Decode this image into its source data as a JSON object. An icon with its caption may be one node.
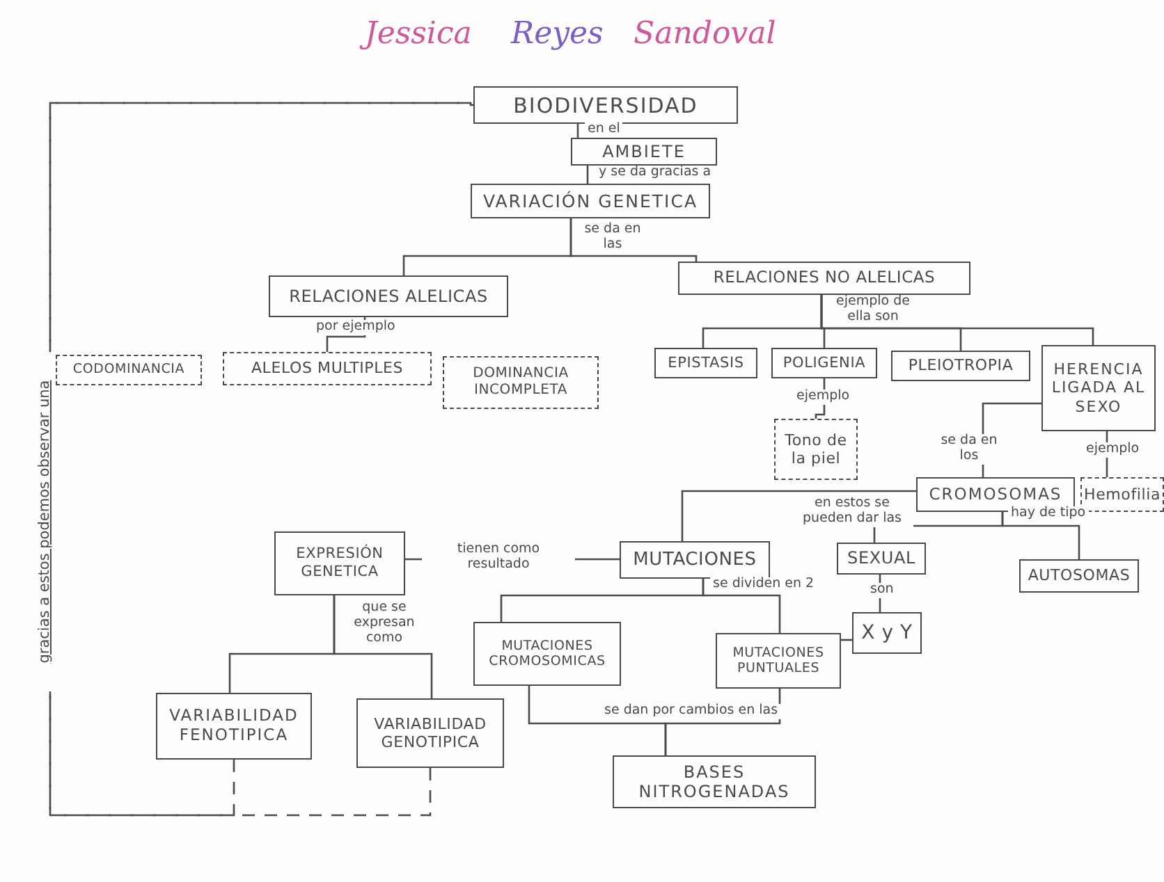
{
  "diagram": {
    "nodes": [
      {
        "text": [
          "BIODIVERSIDAD"
        ]
      },
      {
        "text": [
          "AMBIETE"
        ]
      },
      {
        "text": [
          "VARIACIÓN GENETICA"
        ]
      },
      {
        "text": [
          "RELACIONES ALELICAS"
        ]
      },
      {
        "text": [
          "RELACIONES NO ALELICAS"
        ]
      },
      {
        "text": [
          "CODOMINANCIA"
        ]
      },
      {
        "text": [
          "ALELOS MULTIPLES"
        ]
      },
      {
        "text": [
          "DOMINANCIA INCOMPLETA"
        ]
      },
      {
        "text": [
          "EPISTASIS"
        ]
      },
      {
        "text": [
          "POLIGENIA"
        ]
      },
      {
        "text": [
          "PLEIOTROPIA"
        ]
      },
      {
        "text": [
          "HERENCIA LIGADA AL SEXO"
        ]
      },
      {
        "text": [
          "Tono de la piel"
        ]
      },
      {
        "text": [
          "CROMOSOMAS"
        ]
      },
      {
        "text": [
          "Hemofilia"
        ]
      },
      {
        "text": [
          "EXPRESIÓN GENETICA"
        ]
      },
      {
        "text": [
          "MUTACIONES"
        ]
      },
      {
        "text": [
          "SEXUAL"
        ]
      },
      {
        "text": [
          "AUTOSOMAS"
        ]
      },
      {
        "text": [
          "X y Y"
        ]
      },
      {
        "text": [
          "MUTACIONES CROMOSOMICAS"
        ]
      },
      {
        "text": [
          "MUTACIONES PUNTUALES"
        ]
      },
      {
        "text": [
          "VARIABILIDAD FENOTIPICA"
        ]
      },
      {
        "text": [
          "VARIABILIDAD GENOTIPICA"
        ]
      },
      {
        "text": [
          "BASES NITROGENADAS"
        ]
      }
    ],
    "edges": [
      {
        "from": 0,
        "to": 1,
        "arrow": "none",
        "label": "en el"
      },
      {
        "from": 1,
        "to": 2,
        "arrow": "none",
        "label": "y se da gracias a"
      },
      {
        "from": 2,
        "to": 3,
        "arrow": "none",
        "label": "se da en las"
      },
      {
        "from": 2,
        "to": 4,
        "arrow": "none"
      },
      {
        "from": 3,
        "to": 6,
        "arrow": "none",
        "label": "por ejemplo"
      },
      {
        "from": 4,
        "to": 8,
        "arrow": "none",
        "label": "ejemplo de ella son"
      },
      {
        "from": 4,
        "to": 9,
        "arrow": "none"
      },
      {
        "from": 4,
        "to": 10,
        "arrow": "none"
      },
      {
        "from": 4,
        "to": 11,
        "arrow": "none"
      },
      {
        "from": 9,
        "to": 12,
        "arrow": "none",
        "label": "ejemplo"
      },
      {
        "from": 11,
        "to": 13,
        "arrow": "none",
        "label": "se da en los"
      },
      {
        "from": 11,
        "to": 14,
        "arrow": "none",
        "label": "ejemplo"
      },
      {
        "from": 13,
        "to": 16,
        "arrow": "none",
        "label": "en estos se pueden dar las"
      },
      {
        "from": 16,
        "to": 15,
        "arrow": "none",
        "label": "tienen como resultado"
      },
      {
        "from": 13,
        "to": 17,
        "arrow": "none",
        "label": "hay de tipo"
      },
      {
        "from": 13,
        "to": 18,
        "arrow": "none"
      },
      {
        "from": 17,
        "to": 19,
        "arrow": "none",
        "label": "son"
      },
      {
        "from": 19,
        "to": 21,
        "arrow": "none"
      },
      {
        "from": 16,
        "to": 20,
        "arrow": "none",
        "label": "se dividen en 2"
      },
      {
        "from": 16,
        "to": 21,
        "arrow": "none"
      },
      {
        "from": 15,
        "to": 22,
        "arrow": "none",
        "label": "que se expresan como"
      },
      {
        "from": 15,
        "to": 23,
        "arrow": "none"
      },
      {
        "from": 20,
        "to": 24,
        "arrow": "none",
        "label": "se dan por cambios en las"
      },
      {
        "from": 21,
        "to": 24,
        "arrow": "none"
      },
      {
        "from": 22,
        "to": 0,
        "arrow": "none",
        "style": "dashed",
        "label": "gracias a estos podemos observar una"
      },
      {
        "from": 23,
        "to": 0,
        "arrow": "none",
        "style": "dashed"
      }
    ],
    "labels": [
      "Jessica",
      "Reyes",
      "Sandoval"
    ]
  }
}
